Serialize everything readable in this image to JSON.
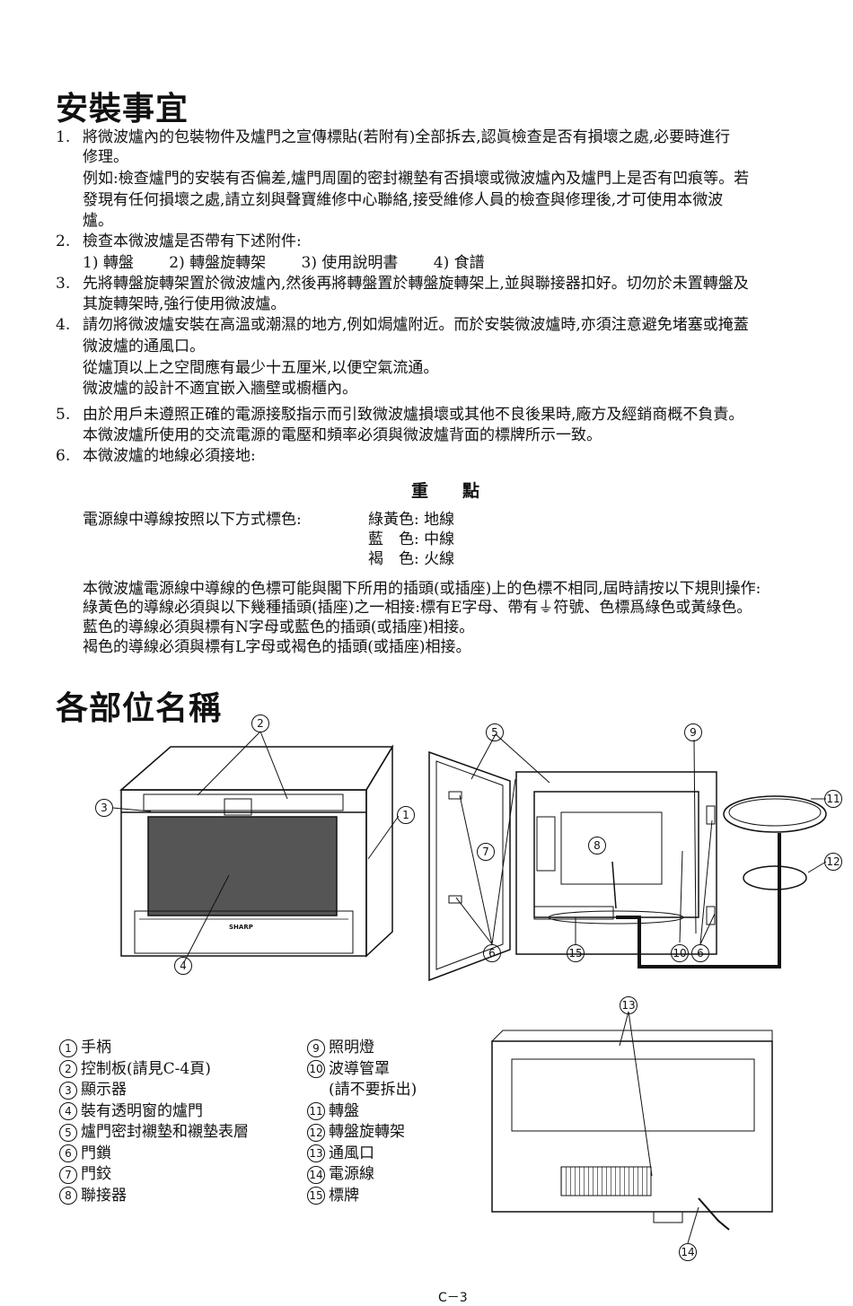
{
  "heading_install": "安裝事宜",
  "items": [
    {
      "num": "1.",
      "lines": [
        "將微波爐內的包裝物件及爐門之宣傳標貼(若附有)全部拆去,認眞檢查是否有損壞之處,必要時進行",
        "修理。"
      ]
    },
    {
      "num": "",
      "lines": [
        "例如:檢查爐門的安裝有否偏差,爐門周圍的密封襯墊有否損壞或微波爐內及爐門上是否有凹痕等。若",
        "發現有任何損壞之處,請立刻與聲寶維修中心聯絡,接受維修人員的檢查與修理後,才可使用本微波",
        "爐。"
      ]
    },
    {
      "num": "2.",
      "lines": [
        "檢查本微波爐是否帶有下述附件:"
      ]
    },
    {
      "num": "",
      "lines": [
        "1) 轉盤　　 2) 轉盤旋轉架　　 3) 使用說明書　　 4) 食譜"
      ]
    },
    {
      "num": "3.",
      "lines": [
        "先將轉盤旋轉架置於微波爐內,然後再將轉盤置於轉盤旋轉架上,並與聯接器扣好。切勿於未置轉盤及",
        "其旋轉架時,強行使用微波爐。"
      ]
    },
    {
      "num": "4.",
      "lines": [
        "請勿將微波爐安裝在高溫或潮濕的地方,例如焗爐附近。而於安裝微波爐時,亦須注意避免堵塞或掩蓋",
        "微波爐的通風口。",
        "從爐頂以上之空間應有最少十五厘米,以便空氣流通。",
        "微波爐的設計不適宜嵌入牆壁或櫥櫃內。"
      ]
    },
    {
      "num": "5.",
      "lines": [
        "由於用戶未遵照正確的電源接駁指示而引致微波爐損壞或其他不良後果時,廠方及經銷商概不負責。",
        "本微波爐所使用的交流電源的電壓和頻率必須與微波爐背面的標牌所示一致。"
      ]
    },
    {
      "num": "6.",
      "lines": [
        "本微波爐的地線必須接地:"
      ]
    }
  ],
  "important_title": "重點",
  "wire_intro": "電源線中導線按照以下方式標色:",
  "wire_colors": [
    "綠黃色: 地線",
    "藍　色: 中線",
    "褐　色: 火線"
  ],
  "wire_rules": [
    "本微波爐電源線中導線的色標可能與閣下所用的插頭(或插座)上的色標不相同,屆時請按以下規則操作:",
    "綠黃色的導線必須與以下幾種插頭(插座)之一相接:標有E字母、帶有⏚符號、色標爲綠色或黃綠色。",
    "藍色的導線必須與標有N字母或藍色的插頭(或插座)相接。",
    "褐色的導線必須與標有L字母或褐色的插頭(或插座)相接。"
  ],
  "heading_parts": "各部位名稱",
  "legend_left": [
    {
      "n": "1",
      "t": "手柄"
    },
    {
      "n": "2",
      "t": "控制板(請見C-4頁)"
    },
    {
      "n": "3",
      "t": "顯示器"
    },
    {
      "n": "4",
      "t": "裝有透明窗的爐門"
    },
    {
      "n": "5",
      "t": "爐門密封襯墊和襯墊表層"
    },
    {
      "n": "6",
      "t": "門鎖"
    },
    {
      "n": "7",
      "t": "門鉸"
    },
    {
      "n": "8",
      "t": "聯接器"
    }
  ],
  "legend_right": [
    {
      "n": "9",
      "t": "照明燈"
    },
    {
      "n": "10",
      "t": "波導管罩"
    },
    {
      "n": "",
      "t": "(請不要拆出)"
    },
    {
      "n": "11",
      "t": "轉盤"
    },
    {
      "n": "12",
      "t": "轉盤旋轉架"
    },
    {
      "n": "13",
      "t": "通風口"
    },
    {
      "n": "14",
      "t": "電源線"
    },
    {
      "n": "15",
      "t": "標牌"
    }
  ],
  "callouts": [
    "1",
    "2",
    "3",
    "4",
    "5",
    "6",
    "7",
    "8",
    "9",
    "10",
    "11",
    "12",
    "13",
    "14",
    "15"
  ],
  "brand": "SHARP",
  "page_number": "C－3"
}
